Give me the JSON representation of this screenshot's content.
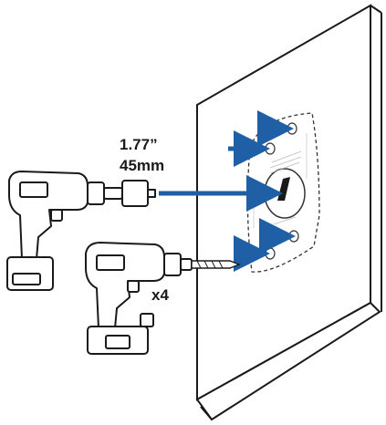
{
  "figure": {
    "hole_size_inch": "1.77”",
    "hole_size_mm": "45mm",
    "screw_count": "x4"
  },
  "colors": {
    "arrow": "#1f5fa6",
    "line": "#1a1a1a",
    "wall": "#ffffff"
  },
  "icons": [
    "hole-saw-drill-icon",
    "screw-drill-icon",
    "wall-panel-icon",
    "mounting-template-icon",
    "arrow-icon"
  ]
}
